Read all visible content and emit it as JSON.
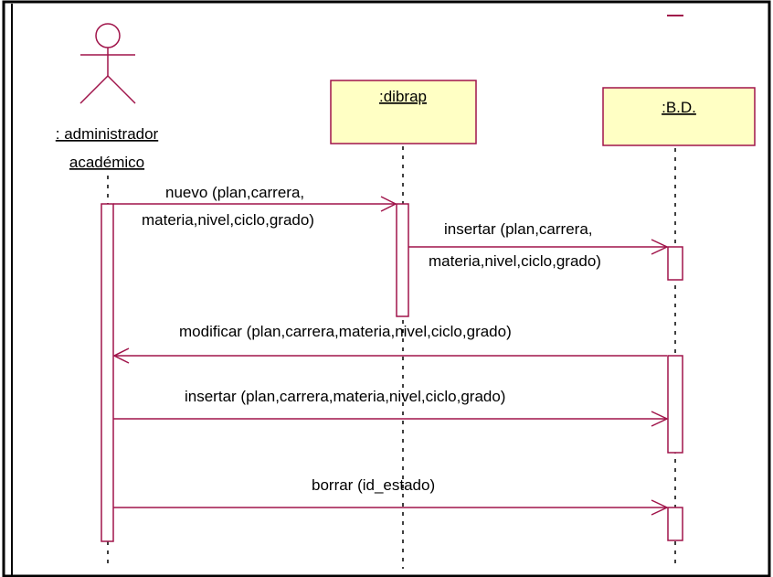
{
  "diagram": {
    "type": "uml-sequence",
    "colors": {
      "line": "#a0144a",
      "object_fill": "#ffffc4",
      "frame": "#000000"
    },
    "actor": {
      "label_line1": ": administrador",
      "label_line2": "académico"
    },
    "objects": [
      {
        "id": "dibrap",
        "label": ":dibrap"
      },
      {
        "id": "bd",
        "label": ":B.D."
      }
    ],
    "messages": [
      {
        "id": "nuevo",
        "from": "actor",
        "to": "dibrap",
        "line1": "nuevo (plan,carrera,",
        "line2": "materia,nivel,ciclo,grado)"
      },
      {
        "id": "insertar1",
        "from": "dibrap",
        "to": "bd",
        "line1": "insertar (plan,carrera,",
        "line2": "materia,nivel,ciclo,grado)"
      },
      {
        "id": "modificar",
        "from": "bd",
        "to": "actor",
        "line1": "modificar (plan,carrera,materia,nivel,ciclo,grado)"
      },
      {
        "id": "insertar2",
        "from": "actor",
        "to": "bd",
        "line1": "insertar (plan,carrera,materia,nivel,ciclo,grado)"
      },
      {
        "id": "borrar",
        "from": "actor",
        "to": "bd",
        "line1": "borrar (id_estado)"
      }
    ]
  }
}
